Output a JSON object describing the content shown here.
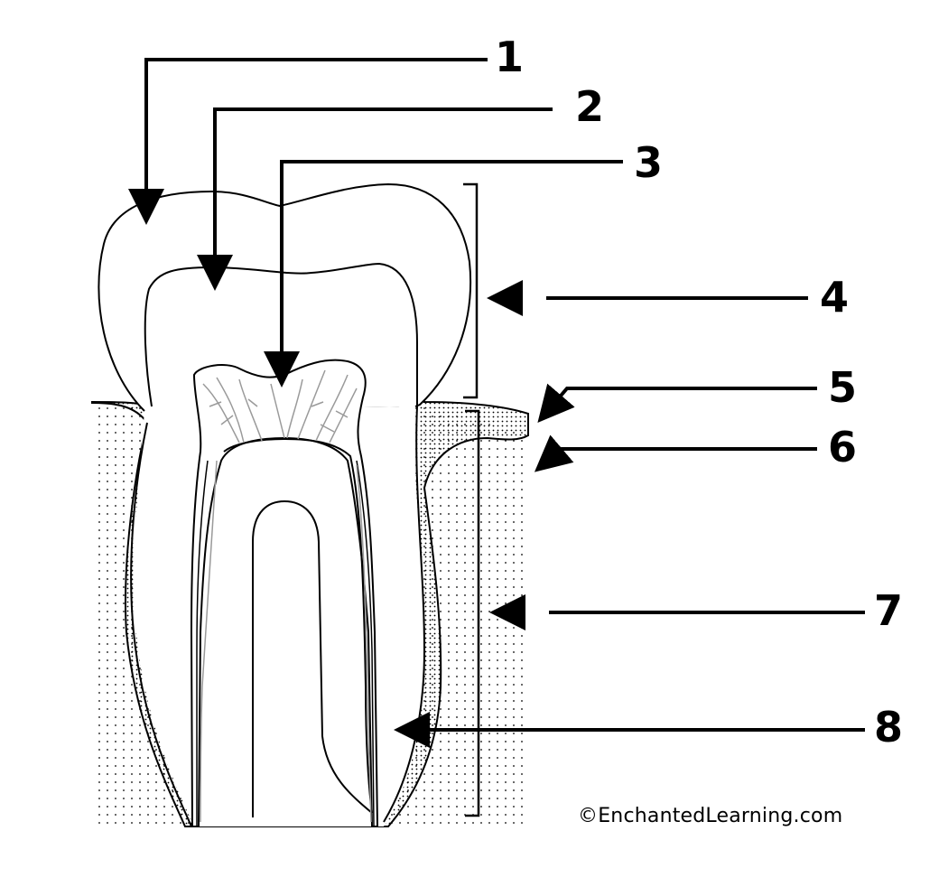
{
  "labels": [
    "1",
    "2",
    "3",
    "4",
    "5",
    "6",
    "7",
    "8"
  ],
  "credit": "©EnchantedLearning.com",
  "colors": {
    "line": "#000000",
    "pulp_vessels": "#9a9a9a",
    "background": "#ffffff"
  }
}
